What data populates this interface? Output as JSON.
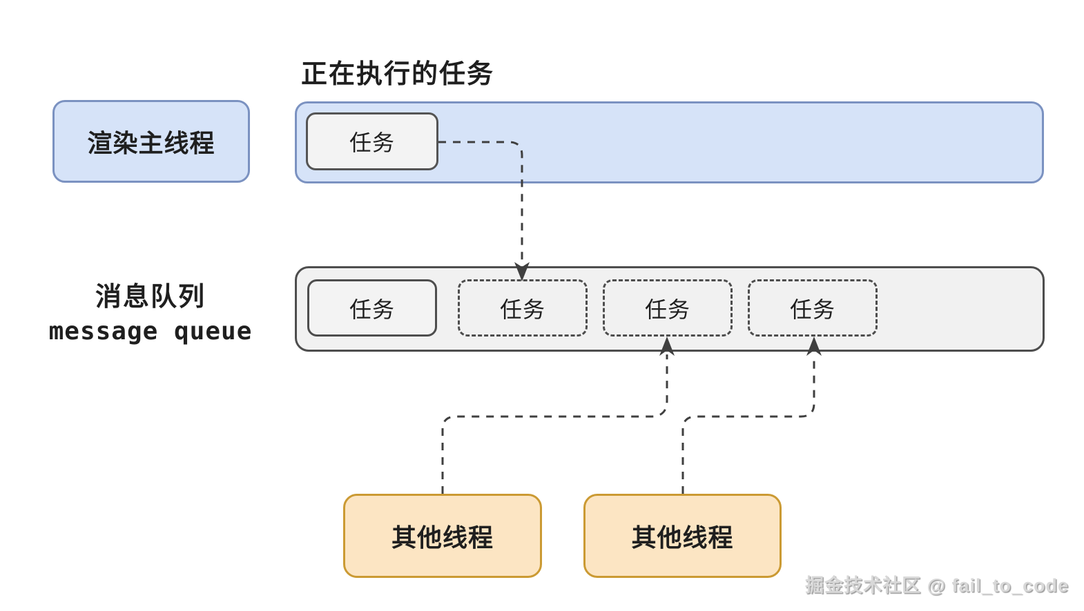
{
  "title": "正在执行的任务",
  "main_thread": {
    "label": "渲染主线程"
  },
  "running_task": {
    "label": "任务"
  },
  "queue": {
    "label_zh": "消息队列",
    "label_en": "message queue",
    "tasks": [
      {
        "label": "任务",
        "style": "solid"
      },
      {
        "label": "任务",
        "style": "dashed"
      },
      {
        "label": "任务",
        "style": "dashed"
      },
      {
        "label": "任务",
        "style": "dashed"
      }
    ]
  },
  "other_threads": [
    {
      "label": "其他线程"
    },
    {
      "label": "其他线程"
    }
  ],
  "watermark": "掘金技术社区 @ fail_to_code",
  "colors": {
    "thread_bar_fill": "#d6e3f8",
    "thread_bar_border": "#7b92c1",
    "queue_fill": "#f1f1f1",
    "task_fill": "#f3f3f3",
    "dark_border": "#4d4d4d",
    "connector": "#3f3f3f",
    "other_thread_fill": "#fce5c3",
    "other_thread_border": "#cb9a33",
    "text": "#1f1f1f",
    "watermark_text": "#d8d8d8"
  }
}
